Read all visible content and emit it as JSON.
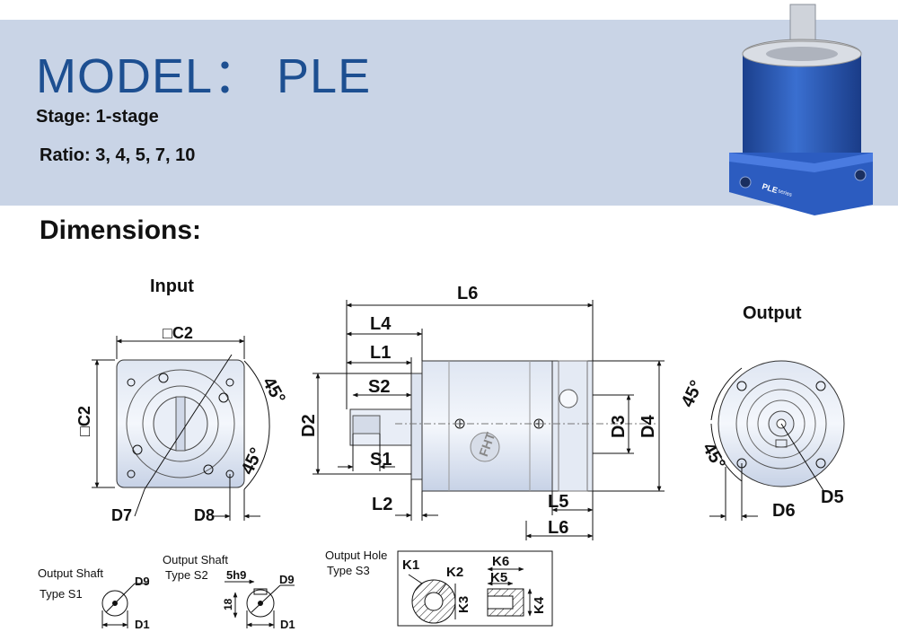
{
  "header": {
    "title": "MODEL： PLE",
    "stage": "Stage: 1-stage",
    "ratio": "Ratio: 3,  4,  5,  7, 10"
  },
  "section_title": "Dimensions:",
  "views": {
    "input": "Input",
    "output": "Output"
  },
  "dims": {
    "c2_top": "□C2",
    "c2_side": "□C2",
    "angle1": "45°",
    "angle2": "45°",
    "d7": "D7",
    "d8": "D8",
    "l6_top": "L6",
    "l4": "L4",
    "l1": "L1",
    "s2": "S2",
    "s1": "S1",
    "d2": "D2",
    "d3": "D3",
    "d4": "D4",
    "l2": "L2",
    "l5": "L5",
    "l6_bottom": "L6",
    "out_angle1": "45°",
    "out_angle2": "45°",
    "d5": "D5",
    "d6": "D6"
  },
  "shaft_types": {
    "s1_title": "Output Shaft",
    "s1_type": "Type S1",
    "s1_d9": "D9",
    "s1_d1": "D1",
    "s2_title": "Output Shaft",
    "s2_type": "Type S2",
    "s2_key": "5h9",
    "s2_height": "18",
    "s2_d9": "D9",
    "s2_d1": "D1",
    "s3_title": "Output Hole",
    "s3_type": "Type S3",
    "k1": "K1",
    "k2": "K2",
    "k3": "K3",
    "k4": "K4",
    "k5": "K5",
    "k6": "K6"
  },
  "product_photo": {
    "label_line1": "PLE",
    "label_line2": "series"
  },
  "colors": {
    "header_bg": "#c9d4e6",
    "title_blue": "#1d4f91",
    "housing_blue": "#2f5fb8"
  }
}
